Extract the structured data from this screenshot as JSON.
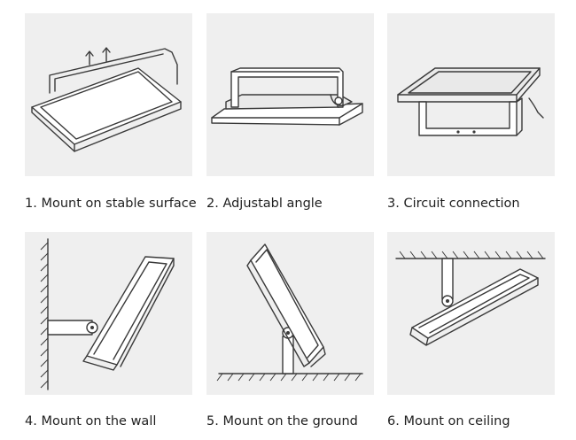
{
  "steps": [
    {
      "caption": "1. Mount on stable surface",
      "icon": "flood-light-surface-mount-icon"
    },
    {
      "caption": "2. Adjustabl angle",
      "icon": "flood-light-angle-adjust-icon"
    },
    {
      "caption": "3. Circuit connection",
      "icon": "flood-light-wiring-icon"
    },
    {
      "caption": "4. Mount on the wall",
      "icon": "flood-light-wall-mount-icon"
    },
    {
      "caption": "5. Mount on the ground",
      "icon": "flood-light-ground-mount-icon"
    },
    {
      "caption": "6. Mount on ceiling",
      "icon": "flood-light-ceiling-mount-icon"
    }
  ],
  "colors": {
    "panel_background": "#efefef",
    "line": "#3a3a3a",
    "page_background": "#ffffff"
  }
}
